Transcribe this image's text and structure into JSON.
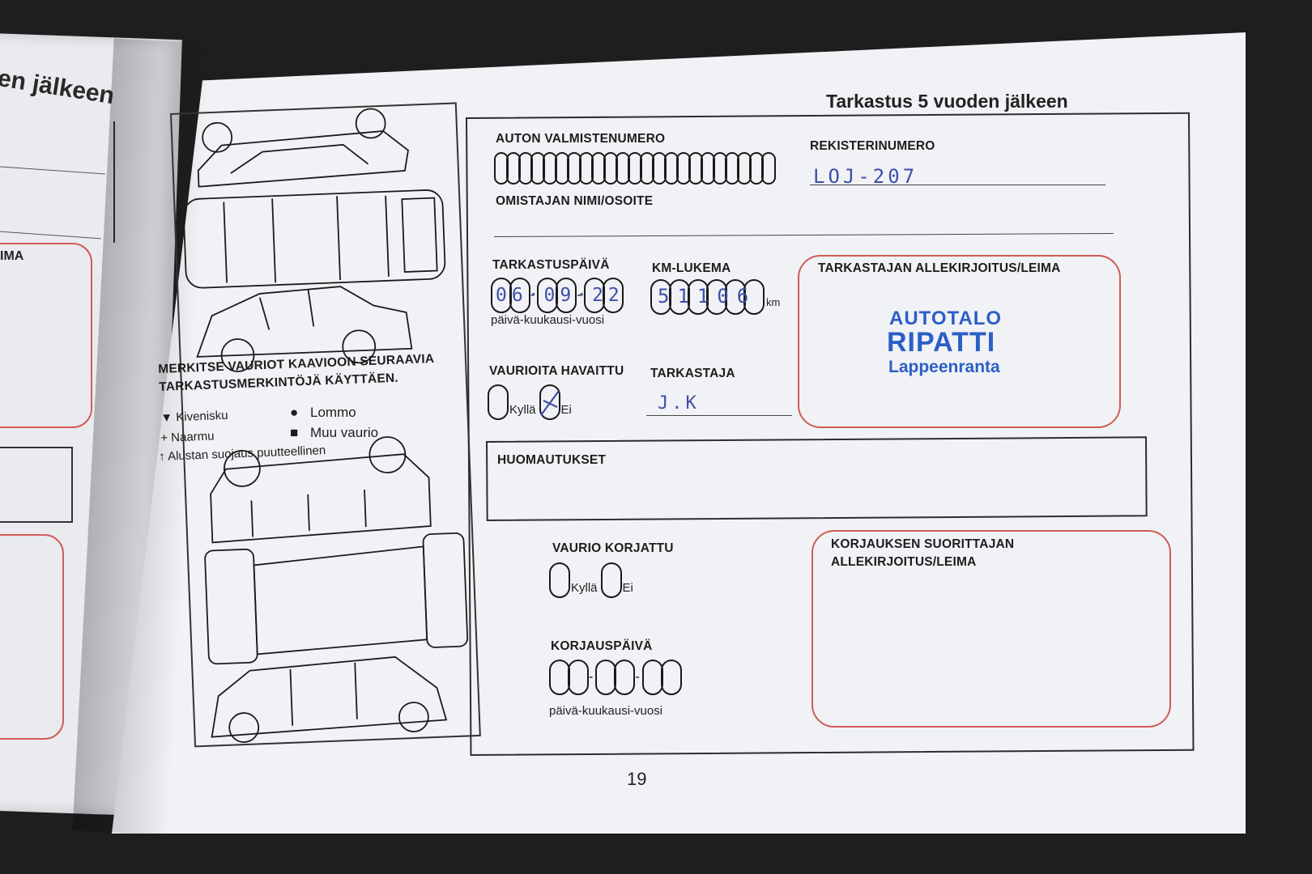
{
  "left_page": {
    "heading": "en jälkeen",
    "label": "IMA"
  },
  "right_page": {
    "title": "Tarkastus 5 vuoden jälkeen",
    "page_number": "19",
    "diagram": {
      "instruction_line1": "MERKITSE VAURIOT KAAVIOON SEURAAVIA",
      "instruction_line2": "TARKASTUSMERKINTÖJÄ KÄYTTÄEN.",
      "legend": {
        "kivenisku": "Kivenisku",
        "naarmu": "Naarmu",
        "alustan": "Alustan suojaus puutteellinen",
        "lommo": "Lommo",
        "muu": "Muu vaurio"
      }
    },
    "form": {
      "auton_valmistenumero": "AUTON VALMISTENUMERO",
      "rekisterinumero": "REKISTERINUMERO",
      "rekisterinumero_value": "LOJ-207",
      "omistajan": "OMISTAJAN NIMI/OSOITE",
      "tarkastuspaiva": "TARKASTUSPÄIVÄ",
      "tarkastuspaiva_value": "06·09·22",
      "date_hint": "päivä-kuukausi-vuosi",
      "km_lukema": "KM-LUKEMA",
      "km_value": "51106",
      "km_unit": "km",
      "tarkastajan_allekirjoitus": "TARKASTAJAN ALLEKIRJOITUS/LEIMA",
      "stamp_line1": "AUTOTALO",
      "stamp_line2": "RIPATTI",
      "stamp_line3": "Lappeenranta",
      "vaurioita_havaittu": "VAURIOITA HAVAITTU",
      "kylla": "Kyllä",
      "ei": "Ei",
      "tarkastaja": "TARKASTAJA",
      "tarkastaja_value": "J.K",
      "huomautukset": "HUOMAUTUKSET",
      "vaurio_korjattu": "VAURIO KORJATTU",
      "korjauspaiva": "KORJAUSPÄIVÄ",
      "korjauksen_suorittajan_line1": "KORJAUKSEN SUORITTAJAN",
      "korjauksen_suorittajan_line2": "ALLEKIRJOITUS/LEIMA",
      "date_hint2": "päivä-kuukausi-vuosi"
    }
  },
  "colors": {
    "stamp_blue": "#2b5fc8",
    "ink_blue": "#3e4fa8",
    "red_frame": "#cf5b56",
    "paper": "#f1f2f5"
  }
}
